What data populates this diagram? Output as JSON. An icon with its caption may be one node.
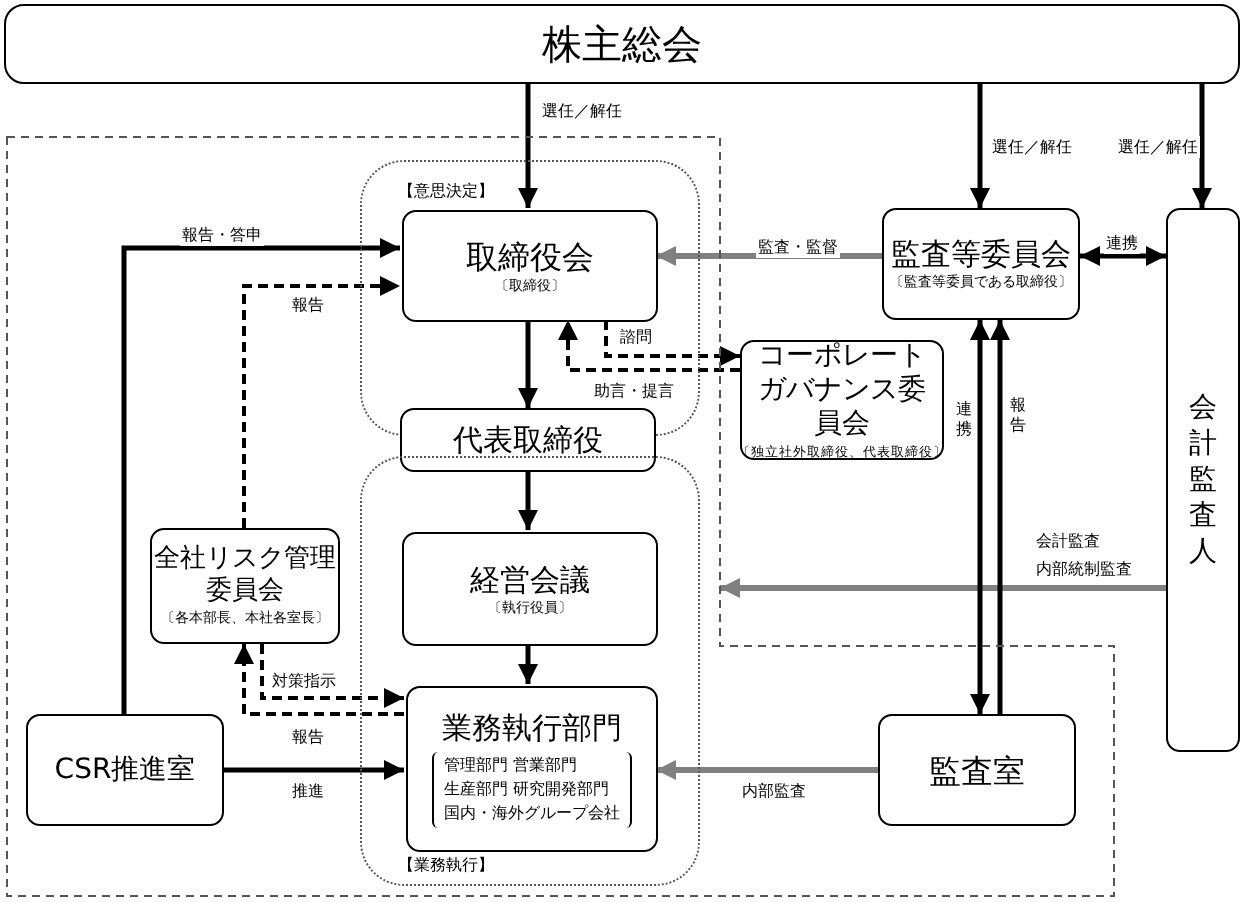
{
  "diagram": {
    "nodes": [
      {
        "text": [
          "株主総会"
        ]
      },
      {
        "text": [],
        "shape": "box"
      },
      {
        "text": [
          "【意思決定】"
        ],
        "in": 1
      },
      {
        "text": [
          "取締役会",
          "〔取締役〕"
        ],
        "in": 2
      },
      {
        "text": [
          "代表取締役"
        ],
        "in": 1
      },
      {
        "text": [
          "【業務執行】"
        ],
        "in": 1
      },
      {
        "text": [
          "経営会議",
          "〔執行役員〕"
        ],
        "in": 5
      },
      {
        "text": [
          "業務執行部門",
          "管理部門 営業部門",
          "生産部門 研究開発部門",
          "国内・海外グループ会社"
        ],
        "in": 5
      },
      {
        "text": [
          "監査等委員会",
          "〔監査等委員である取締役〕"
        ]
      },
      {
        "text": [
          "コーポレートガバナンス委員会",
          "〔独立社外取締役、代表取締役〕"
        ]
      },
      {
        "text": [
          "会計監査人"
        ]
      },
      {
        "text": [
          "全社リスク管理委員会",
          "〔各本部長、本社各室長〕"
        ],
        "in": 1
      },
      {
        "text": [
          "CSR推進室"
        ],
        "in": 1
      },
      {
        "text": [
          "監査室"
        ],
        "in": 1
      }
    ],
    "edges": [
      {
        "from": 0,
        "to": 3,
        "arrow": "to",
        "label": "選任／解任"
      },
      {
        "from": 0,
        "to": 8,
        "arrow": "to",
        "label": "選任／解任"
      },
      {
        "from": 0,
        "to": 10,
        "arrow": "to",
        "label": "選任／解任"
      },
      {
        "from": 8,
        "to": 3,
        "arrow": "to",
        "label": "監査・監督",
        "color": "#808080"
      },
      {
        "from": 8,
        "to": 10,
        "arrow": "both",
        "label": "連携"
      },
      {
        "from": 3,
        "to": 9,
        "arrow": "to",
        "label": "諮問",
        "style": "dashed"
      },
      {
        "from": 9,
        "to": 3,
        "arrow": "to",
        "label": "助言・提言",
        "style": "dashed"
      },
      {
        "from": 3,
        "to": 4,
        "arrow": "to"
      },
      {
        "from": 4,
        "to": 6,
        "arrow": "to"
      },
      {
        "from": 6,
        "to": 7,
        "arrow": "to"
      },
      {
        "from": 12,
        "to": 3,
        "arrow": "to",
        "label": "報告・答申"
      },
      {
        "from": 11,
        "to": 3,
        "arrow": "to",
        "label": "報告",
        "style": "dashed"
      },
      {
        "from": 11,
        "to": 7,
        "arrow": "to",
        "label": "対策指示",
        "style": "dashed"
      },
      {
        "from": 7,
        "to": 11,
        "arrow": "to",
        "label": "報告",
        "style": "dashed"
      },
      {
        "from": 12,
        "to": 7,
        "arrow": "to",
        "label": "推進"
      },
      {
        "from": 13,
        "to": 7,
        "arrow": "to",
        "label": "内部監査",
        "color": "#808080"
      },
      {
        "from": 10,
        "to": 1,
        "arrow": "to",
        "label": "会計監査内部統制監査",
        "color": "#808080"
      },
      {
        "from": 8,
        "to": 13,
        "arrow": "both",
        "label": "連携"
      },
      {
        "from": 13,
        "to": 8,
        "arrow": "to",
        "label": "報告"
      }
    ]
  }
}
